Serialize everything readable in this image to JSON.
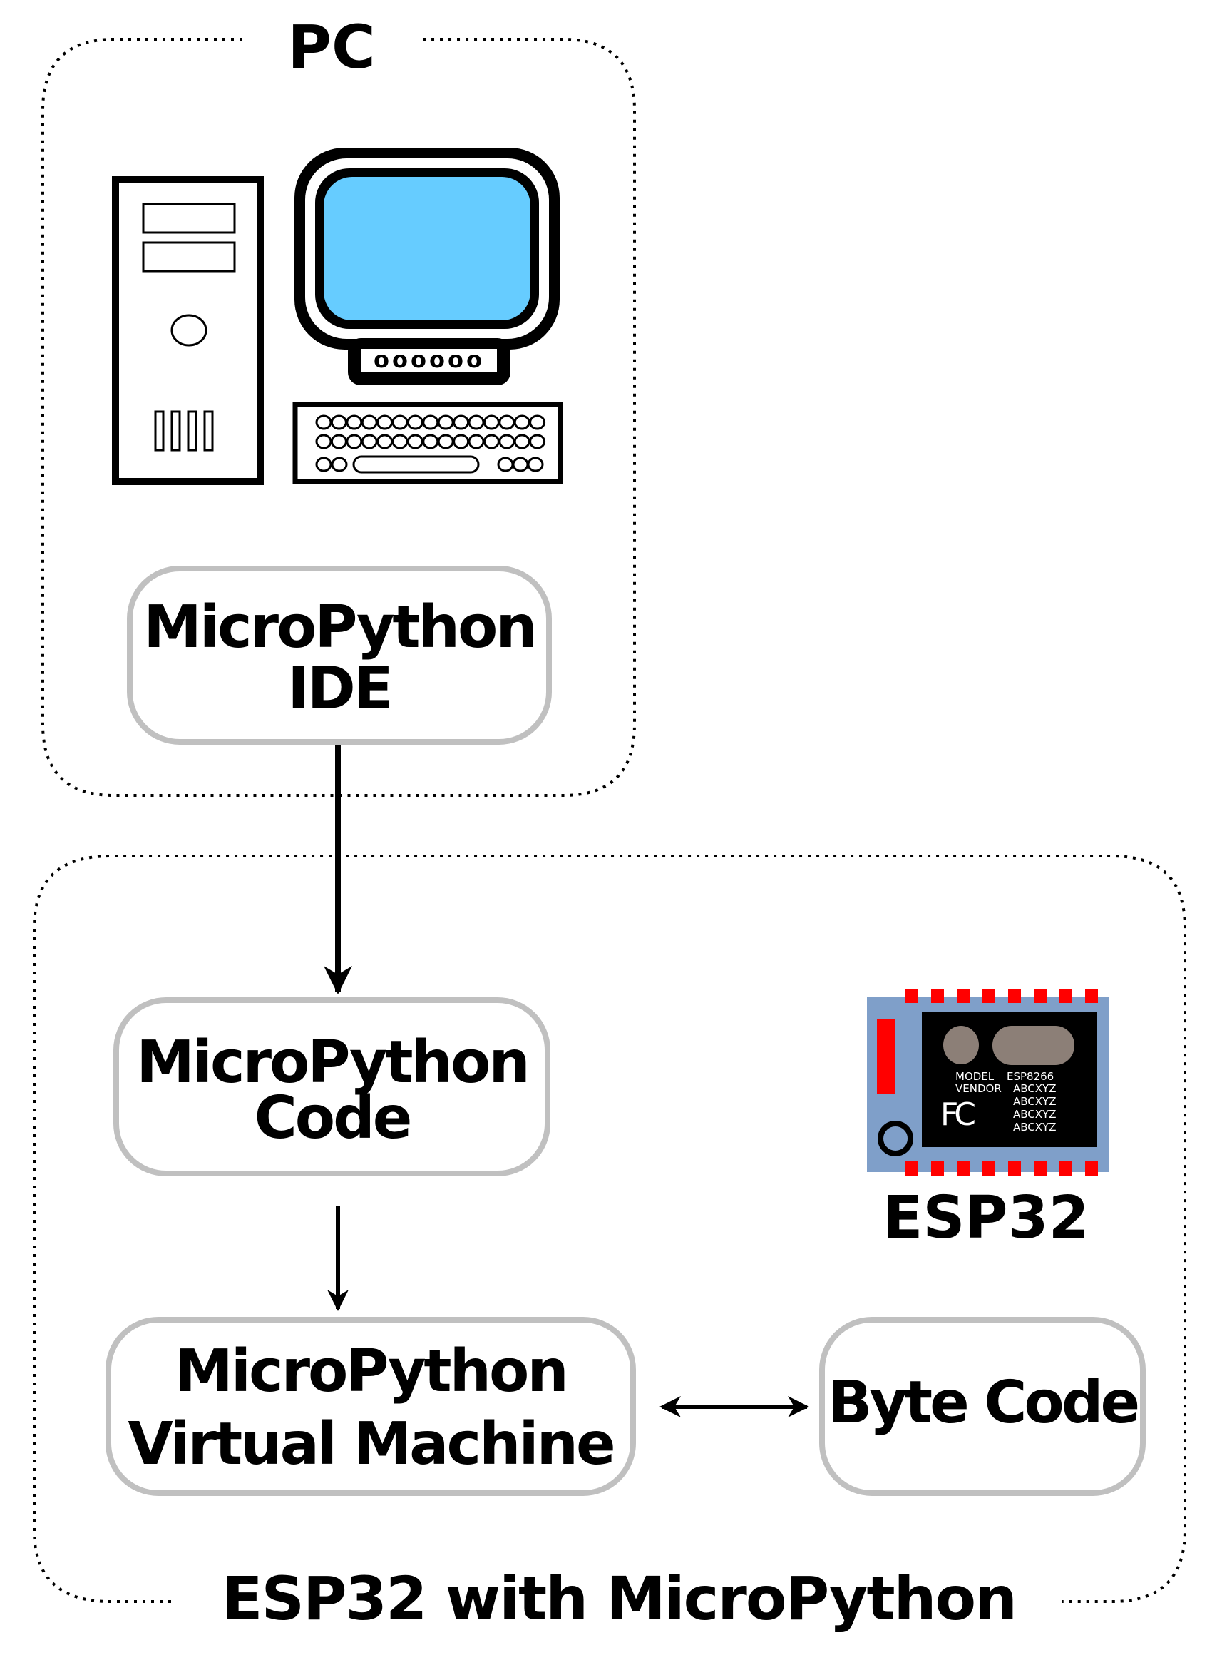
{
  "groups": {
    "pc": {
      "label": "PC"
    },
    "esp32": {
      "label": "ESP32 with MicroPython"
    }
  },
  "nodes": {
    "ide": {
      "line1": "MicroPython",
      "line2": "IDE"
    },
    "code": {
      "line1": "MicroPython",
      "line2": "Code"
    },
    "vm": {
      "line1": "MicroPython",
      "line2": "Virtual Machine"
    },
    "bytecode": {
      "label": "Byte Code"
    }
  },
  "device": {
    "label": "ESP32",
    "chip_text": {
      "model_label": "MODEL",
      "model_value": "ESP8266",
      "vendor_label": "VENDOR",
      "vendor_values": [
        "ABCXYZ",
        "ABCXYZ",
        "ABCXYZ",
        "ABCXYZ"
      ],
      "cert_mark": "FC"
    }
  },
  "computer": {
    "monitor_base_text": "oooooo"
  },
  "colors": {
    "screen": "#66ccff",
    "board": "#7f9fc9",
    "pins": "#ff0000",
    "chip": "#000000",
    "chip_components": "#8c7f77",
    "box_border": "#c0c0c0"
  }
}
